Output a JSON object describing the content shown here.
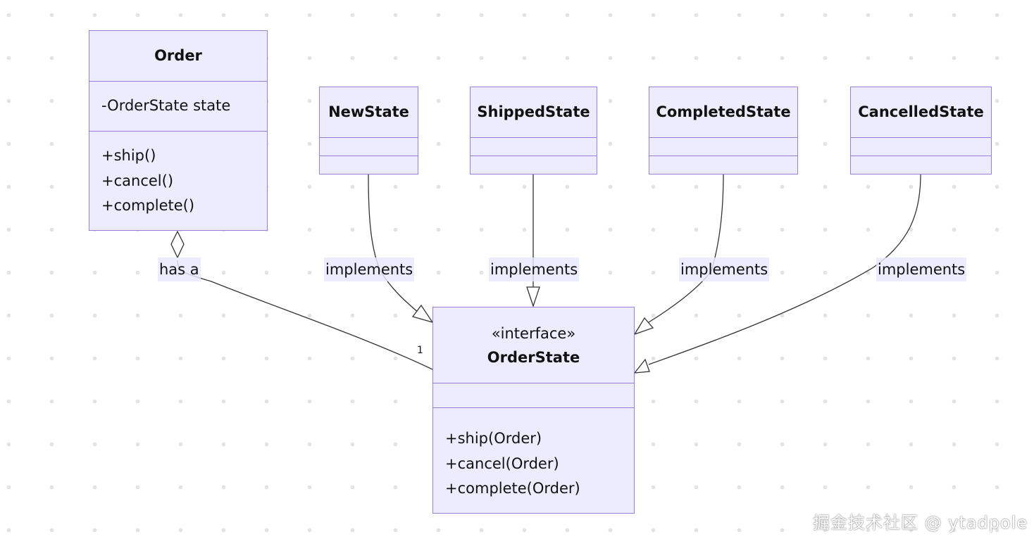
{
  "classes": {
    "order": {
      "name": "Order",
      "attributes": [
        "-OrderState state"
      ],
      "methods": [
        "+ship()",
        "+cancel()",
        "+complete()"
      ]
    },
    "new_state": {
      "name": "NewState"
    },
    "shipped_state": {
      "name": "ShippedState"
    },
    "completed_state": {
      "name": "CompletedState"
    },
    "cancelled_state": {
      "name": "CancelledState"
    },
    "order_state": {
      "stereotype": "«interface»",
      "name": "OrderState",
      "methods": [
        "+ship(Order)",
        "+cancel(Order)",
        "+complete(Order)"
      ]
    }
  },
  "relations": {
    "has_a": {
      "label": "has a",
      "multiplicity": "1"
    },
    "impl_new": {
      "label": "implements"
    },
    "impl_shipped": {
      "label": "implements"
    },
    "impl_completed": {
      "label": "implements"
    },
    "impl_cancelled": {
      "label": "implements"
    }
  },
  "colors": {
    "fill": "#ececfe",
    "border": "#9b7ed8",
    "line": "#333333"
  },
  "watermark": "掘金技术社区 @ ytadpole"
}
